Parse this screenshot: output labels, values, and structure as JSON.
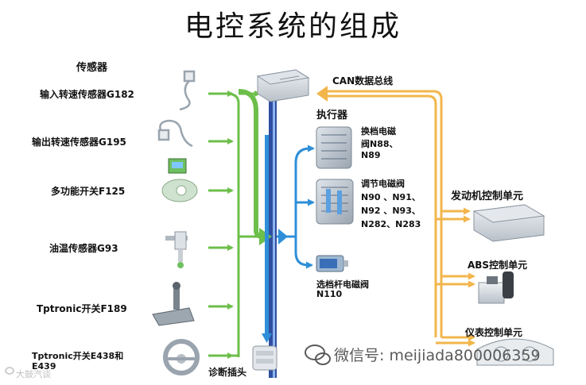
{
  "title": "电控系统的组成",
  "sensors": {
    "heading": "传感器",
    "items": [
      {
        "label": "输入转速传感器G182",
        "icon": "speed-sensor-icon"
      },
      {
        "label": "输出转速传感器G195",
        "icon": "speed-sensor-icon"
      },
      {
        "label": "多功能开关F125",
        "icon": "multi-switch-icon"
      },
      {
        "label": "油温传感器G93",
        "icon": "temp-sensor-icon"
      },
      {
        "label": "Tptronic开关F189",
        "icon": "shifter-icon"
      },
      {
        "label": "Tptronic开关E438和",
        "label2": "E439",
        "icon": "steering-wheel-icon"
      }
    ]
  },
  "diagnostic_label": "诊断插头",
  "can_bus_label": "CAN数据总线",
  "actuators": {
    "heading": "执行器",
    "items": [
      {
        "lines": [
          "换档电磁",
          "阀N88、",
          "N89"
        ]
      },
      {
        "lines": [
          "调节电磁阀",
          "N90 、N91、",
          "N92 、N93、",
          "N282、N283"
        ]
      },
      {
        "lines": [
          "选档杆电磁阀",
          "N110"
        ]
      }
    ]
  },
  "control_units": [
    {
      "label": "发动机控制单元"
    },
    {
      "label": "ABS控制单元"
    },
    {
      "label": "仪表控制单元"
    }
  ],
  "watermark": "微信号: meijiada800006359",
  "watermark_left": "大鼓汽谈",
  "colors": {
    "sensor_arrow": "#6cbf4a",
    "actuator_arrow": "#2f8fd8",
    "can_bus": "#f2b64c",
    "ecu_bar": "#2f4fa0"
  }
}
